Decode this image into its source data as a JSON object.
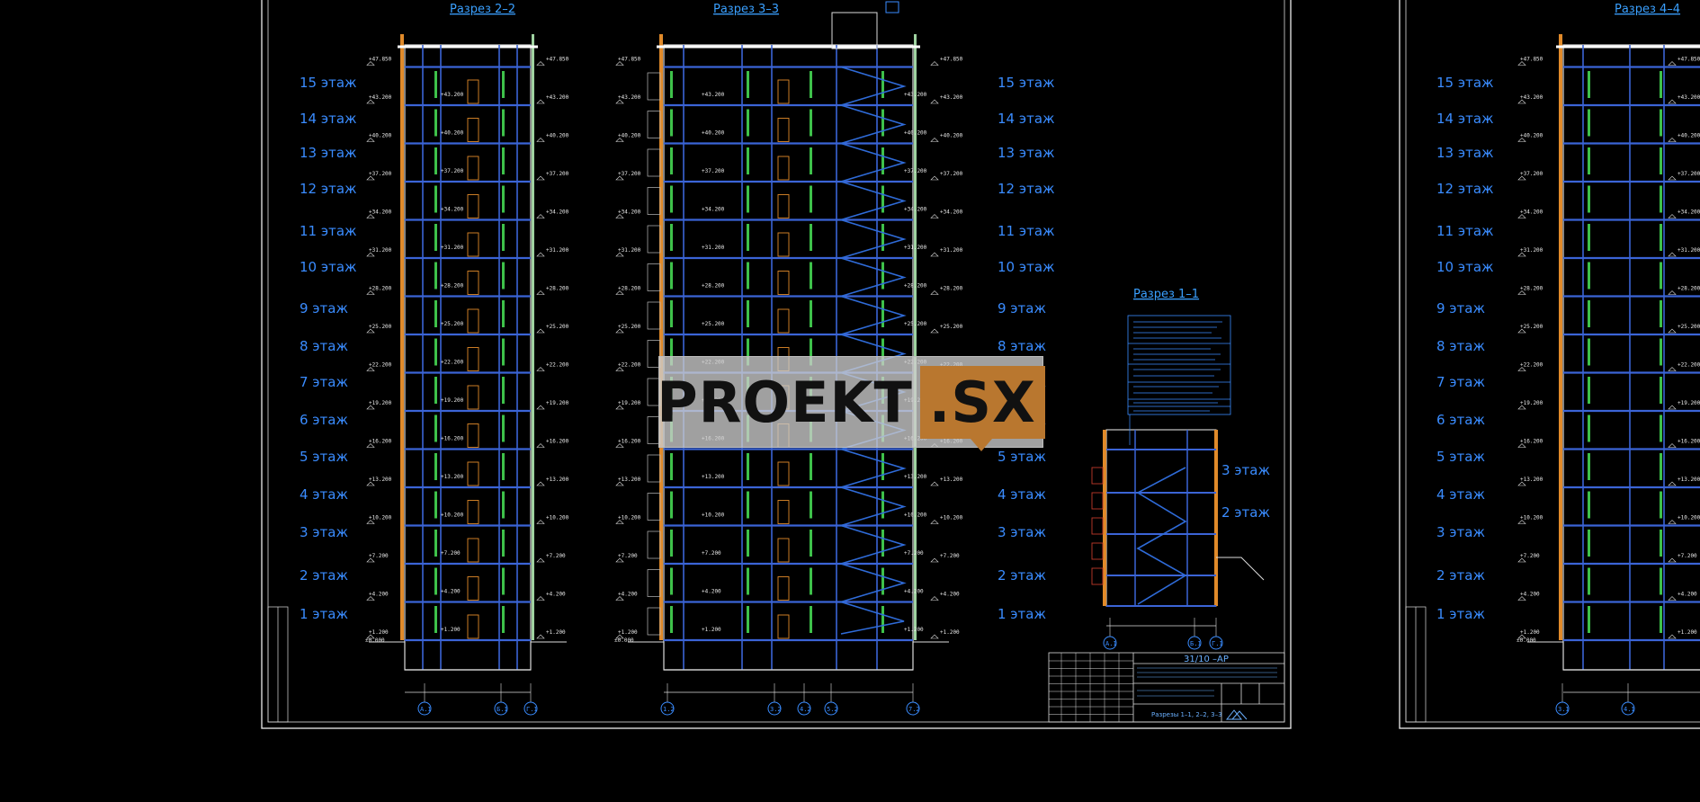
{
  "sections": {
    "s22": {
      "title": "Разрез 2–2"
    },
    "s33": {
      "title": "Разрез 3–3"
    },
    "s11": {
      "title": "Разрез 1–1"
    },
    "s44": {
      "title": "Разрез 4–4"
    }
  },
  "floors": [
    "1 этаж",
    "2 этаж",
    "3 этаж",
    "4 этаж",
    "5 этаж",
    "6 этаж",
    "7 этаж",
    "8 этаж",
    "9 этаж",
    "10 этаж",
    "11 этаж",
    "12 этаж",
    "13 этаж",
    "14 этаж",
    "15 этаж"
  ],
  "small_section_floors": [
    "2 этаж",
    "3 этаж"
  ],
  "elevations": [
    "+1.200",
    "+4.200",
    "+7.200",
    "+10.200",
    "+13.200",
    "+16.200",
    "+19.200",
    "+22.200",
    "+25.200",
    "+28.200",
    "+31.200",
    "+34.200",
    "+37.200",
    "+40.200",
    "+43.200",
    "+47.850"
  ],
  "zero_mark": "±0.000",
  "axes": {
    "s22": [
      "А.1",
      "Б.1",
      "Г.1"
    ],
    "s33": [
      "1.2",
      "3.2",
      "4.2",
      "5.2",
      "7.2"
    ],
    "s11": [
      "А.1",
      "Б.1",
      "Г.1"
    ],
    "s44": [
      "3.1",
      "4.1"
    ]
  },
  "stamp": {
    "code": "31/10 –АР",
    "sheet_title": "Разрезы 1–1, 2–2, 3–3"
  },
  "watermark": {
    "part_a": "PROEKT",
    "part_b": ".SX"
  },
  "colors": {
    "background": "#000000",
    "frame": "#dcdcdc",
    "floor_label": "#3a8cff",
    "slab": "#3b64d6",
    "wall_green": "#3ec14a",
    "wall_orange": "#e08a2a",
    "stair": "#2f6bd8"
  }
}
